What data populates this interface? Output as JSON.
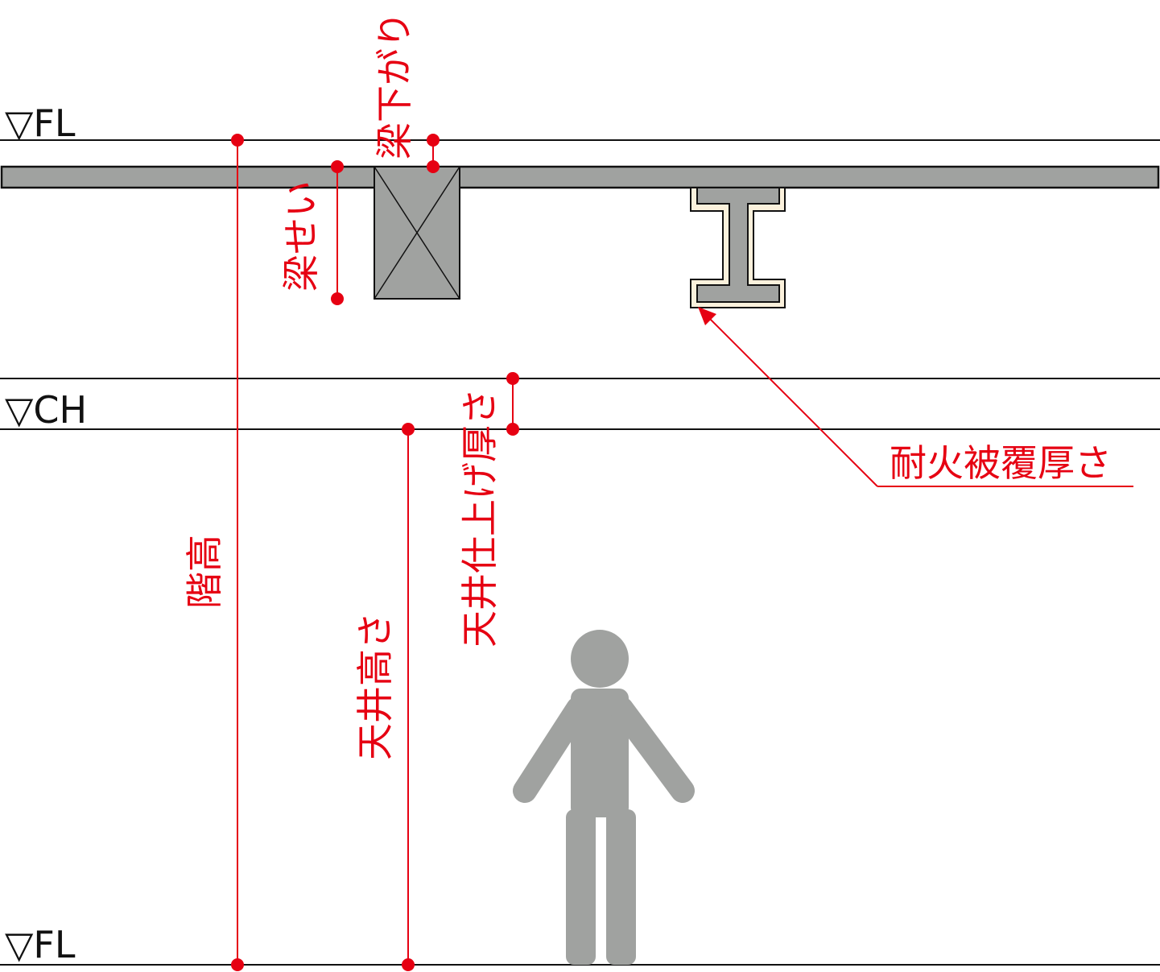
{
  "levels": {
    "fl_top": "▽FL",
    "ch": "▽CH",
    "fl_bottom": "▽FL"
  },
  "dimensions": {
    "beam_drop": "梁下がり",
    "beam_depth": "梁せい",
    "floor_height": "階高",
    "ceiling_height": "天井高さ",
    "ceiling_finish_thickness": "天井仕上げ厚さ",
    "fireproof_coating_thickness": "耐火被覆厚さ"
  },
  "colors": {
    "dimension": "#e60012",
    "structure": "#a0a2a0",
    "coating": "#fbf1dc",
    "line": "#111111"
  }
}
